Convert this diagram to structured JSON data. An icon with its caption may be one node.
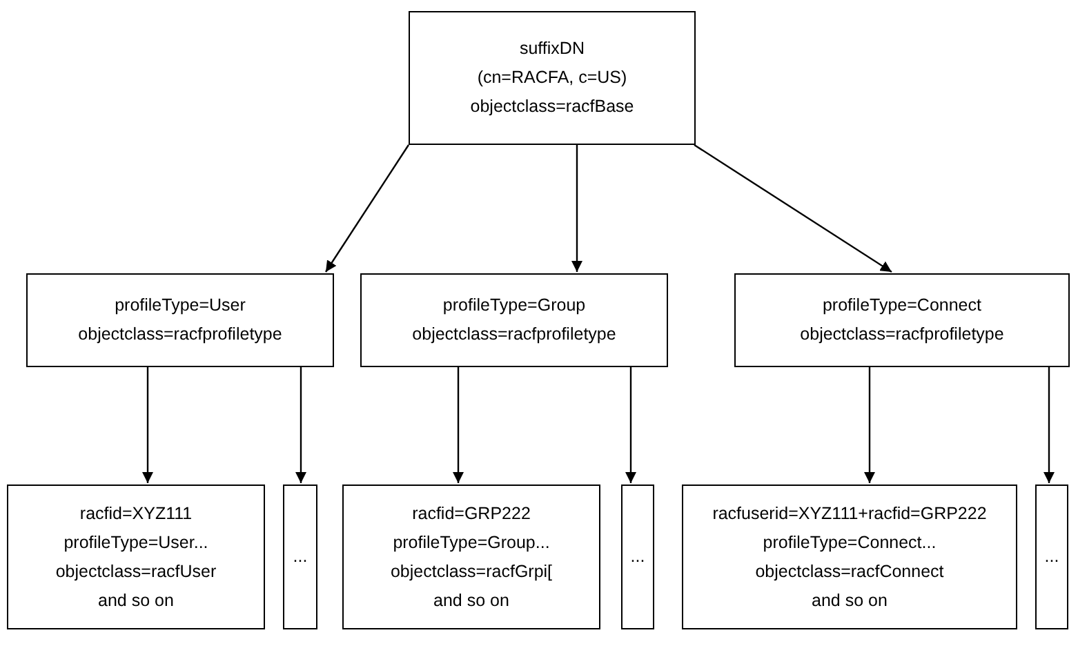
{
  "diagram": {
    "nodes": [
      {
        "text": [
          "suffixDN",
          "(cn=RACFA, c=US)",
          "objectclass=racfBase"
        ]
      },
      {
        "text": [
          "profileType=User",
          "objectclass=racfprofiletype"
        ]
      },
      {
        "text": [
          "profileType=Group",
          "objectclass=racfprofiletype"
        ]
      },
      {
        "text": [
          "profileType=Connect",
          "objectclass=racfprofiletype"
        ]
      },
      {
        "text": [
          "racfid=XYZ111",
          "profileType=User...",
          "objectclass=racfUser",
          "and so on"
        ]
      },
      {
        "text": [
          "..."
        ]
      },
      {
        "text": [
          "racfid=GRP222",
          "profileType=Group...",
          "objectclass=racfGrpi[",
          "and so on"
        ]
      },
      {
        "text": [
          "..."
        ]
      },
      {
        "text": [
          "racfuserid=XYZ111+racfid=GRP222",
          "profileType=Connect...",
          "objectclass=racfConnect",
          "and so on"
        ]
      },
      {
        "text": [
          "..."
        ]
      }
    ],
    "edges": [
      {
        "from": 0,
        "to": 1,
        "arrow": "to"
      },
      {
        "from": 0,
        "to": 2,
        "arrow": "to"
      },
      {
        "from": 0,
        "to": 3,
        "arrow": "to"
      },
      {
        "from": 1,
        "to": 4,
        "arrow": "to"
      },
      {
        "from": 1,
        "to": 5,
        "arrow": "to"
      },
      {
        "from": 2,
        "to": 6,
        "arrow": "to"
      },
      {
        "from": 2,
        "to": 7,
        "arrow": "to"
      },
      {
        "from": 3,
        "to": 8,
        "arrow": "to"
      },
      {
        "from": 3,
        "to": 9,
        "arrow": "to"
      }
    ]
  }
}
